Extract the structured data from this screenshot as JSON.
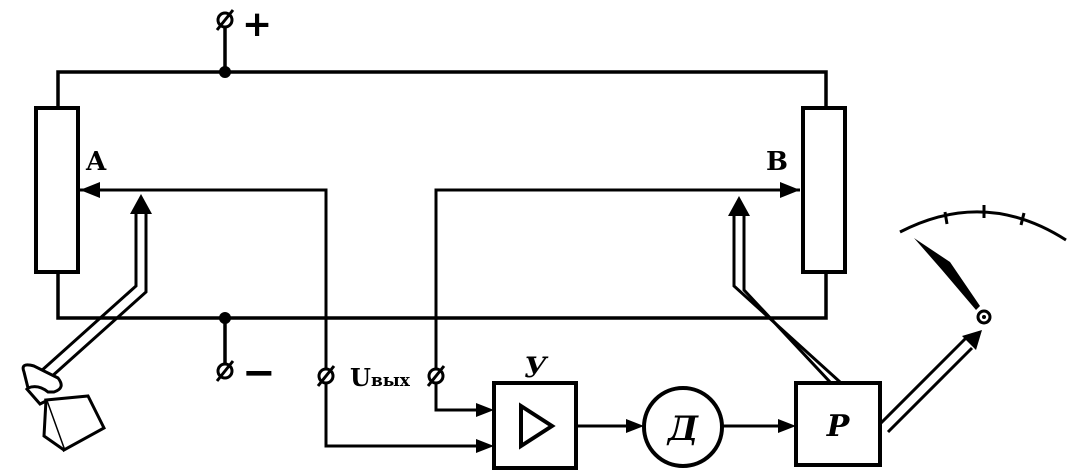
{
  "labels": {
    "plus": "+",
    "minus": "−",
    "node_a": "A",
    "node_b": "B",
    "u_out_main": "U",
    "u_out_sub": "вых",
    "amplifier": "У",
    "detector": "Д",
    "reverser": "Р"
  },
  "colors": {
    "ink": "#000000",
    "paper": "#ffffff"
  }
}
